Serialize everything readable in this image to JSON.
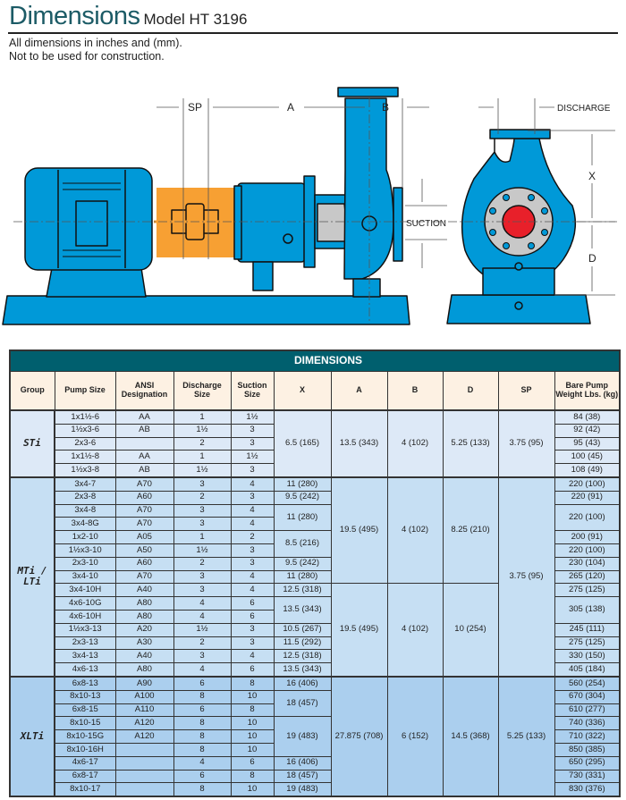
{
  "header": {
    "title": "Dimensions",
    "model": "Model HT 3196"
  },
  "notes": [
    "All dimensions in inches and (mm).",
    "Not to be used for construction."
  ],
  "diagram": {
    "labels": {
      "sp": "SP",
      "a": "A",
      "b": "B",
      "discharge": "DISCHARGE",
      "suction": "SUCTION",
      "x": "X",
      "d": "D"
    }
  },
  "colors": {
    "pump_blue": "#0099d8",
    "coupling_guard": "#f7a033",
    "impeller_eye": "#e8202a",
    "title_bar": "#005f6e",
    "header_bg": "#fdf1e3",
    "sti_bg": "#dde9f7",
    "mti_bg": "#c6dff3",
    "xlti_bg": "#abcfee"
  },
  "table": {
    "title": "DIMENSIONS",
    "columns": [
      "Group",
      "Pump Size",
      "ANSI Designation",
      "Discharge Size",
      "Suction Size",
      "X",
      "A",
      "B",
      "D",
      "SP",
      "Bare Pump Weight Lbs. (kg)"
    ],
    "groups": [
      {
        "v": "STi",
        "span": 5
      },
      {
        "v": "MTi / LTi",
        "span": 15
      },
      {
        "v": "XLTi",
        "span": 9
      }
    ],
    "rows": [
      [
        "1x1½-6",
        "AA",
        "1",
        "1½"
      ],
      [
        "1½x3-6",
        "AB",
        "1½",
        "3"
      ],
      [
        "2x3-6",
        "",
        "2",
        "3"
      ],
      [
        "1x1½-8",
        "AA",
        "1",
        "1½"
      ],
      [
        "1½x3-8",
        "AB",
        "1½",
        "3"
      ],
      [
        "3x4-7",
        "A70",
        "3",
        "4"
      ],
      [
        "2x3-8",
        "A60",
        "2",
        "3"
      ],
      [
        "3x4-8",
        "A70",
        "3",
        "4"
      ],
      [
        "3x4-8G",
        "A70",
        "3",
        "4"
      ],
      [
        "1x2-10",
        "A05",
        "1",
        "2"
      ],
      [
        "1½x3-10",
        "A50",
        "1½",
        "3"
      ],
      [
        "2x3-10",
        "A60",
        "2",
        "3"
      ],
      [
        "3x4-10",
        "A70",
        "3",
        "4"
      ],
      [
        "3x4-10H",
        "A40",
        "3",
        "4"
      ],
      [
        "4x6-10G",
        "A80",
        "4",
        "6"
      ],
      [
        "4x6-10H",
        "A80",
        "4",
        "6"
      ],
      [
        "1½x3-13",
        "A20",
        "1½",
        "3"
      ],
      [
        "2x3-13",
        "A30",
        "2",
        "3"
      ],
      [
        "3x4-13",
        "A40",
        "3",
        "4"
      ],
      [
        "4x6-13",
        "A80",
        "4",
        "6"
      ],
      [
        "6x8-13",
        "A90",
        "6",
        "8"
      ],
      [
        "8x10-13",
        "A100",
        "8",
        "10"
      ],
      [
        "6x8-15",
        "A110",
        "6",
        "8"
      ],
      [
        "8x10-15",
        "A120",
        "8",
        "10"
      ],
      [
        "8x10-15G",
        "A120",
        "8",
        "10"
      ],
      [
        "8x10-16H",
        "",
        "8",
        "10"
      ],
      [
        "4x6-17",
        "",
        "4",
        "6"
      ],
      [
        "6x8-17",
        "",
        "6",
        "8"
      ],
      [
        "8x10-17",
        "",
        "8",
        "10"
      ]
    ],
    "x": [
      {
        "v": "6.5  (165)",
        "span": 5
      },
      {
        "v": "11  (280)",
        "span": 1
      },
      {
        "v": "9.5  (242)",
        "span": 1
      },
      {
        "v": "11  (280)",
        "span": 2
      },
      {
        "v": "8.5  (216)",
        "span": 2
      },
      {
        "v": "9.5  (242)",
        "span": 1
      },
      {
        "v": "11  (280)",
        "span": 1
      },
      {
        "v": "12.5  (318)",
        "span": 1
      },
      {
        "v": "13.5  (343)",
        "span": 2
      },
      {
        "v": "10.5  (267)",
        "span": 1
      },
      {
        "v": "11.5  (292)",
        "span": 1
      },
      {
        "v": "12.5  (318)",
        "span": 1
      },
      {
        "v": "13.5  (343)",
        "span": 1
      },
      {
        "v": "16  (406)",
        "span": 1
      },
      {
        "v": "18  (457)",
        "span": 2
      },
      {
        "v": "19  (483)",
        "span": 3
      },
      {
        "v": "16  (406)",
        "span": 1
      },
      {
        "v": "18  (457)",
        "span": 1
      },
      {
        "v": "19  (483)",
        "span": 1
      }
    ],
    "a": [
      {
        "v": "13.5  (343)",
        "span": 5
      },
      {
        "v": "19.5  (495)",
        "span": 8
      },
      {
        "v": "19.5  (495)",
        "span": 7
      },
      {
        "v": "27.875  (708)",
        "span": 9
      }
    ],
    "b": [
      {
        "v": "4  (102)",
        "span": 5
      },
      {
        "v": "4  (102)",
        "span": 8
      },
      {
        "v": "4  (102)",
        "span": 7
      },
      {
        "v": "6  (152)",
        "span": 9
      }
    ],
    "d": [
      {
        "v": "5.25  (133)",
        "span": 5
      },
      {
        "v": "8.25  (210)",
        "span": 8
      },
      {
        "v": "10  (254)",
        "span": 7
      },
      {
        "v": "14.5  (368)",
        "span": 9
      }
    ],
    "sp": [
      {
        "v": "3.75  (95)",
        "span": 5
      },
      {
        "v": "3.75  (95)",
        "span": 15
      },
      {
        "v": "5.25  (133)",
        "span": 9
      }
    ],
    "weight": [
      {
        "v": "84  (38)",
        "span": 1
      },
      {
        "v": "92  (42)",
        "span": 1
      },
      {
        "v": "95  (43)",
        "span": 1
      },
      {
        "v": "100  (45)",
        "span": 1
      },
      {
        "v": "108  (49)",
        "span": 1
      },
      {
        "v": "220  (100)",
        "span": 1
      },
      {
        "v": "220  (91)",
        "span": 1
      },
      {
        "v": "220  (100)",
        "span": 2
      },
      {
        "v": "200  (91)",
        "span": 1
      },
      {
        "v": "220  (100)",
        "span": 1
      },
      {
        "v": "230  (104)",
        "span": 1
      },
      {
        "v": "265  (120)",
        "span": 1
      },
      {
        "v": "275  (125)",
        "span": 1
      },
      {
        "v": "305  (138)",
        "span": 2
      },
      {
        "v": "245  (111)",
        "span": 1
      },
      {
        "v": "275  (125)",
        "span": 1
      },
      {
        "v": "330  (150)",
        "span": 1
      },
      {
        "v": "405  (184)",
        "span": 1
      },
      {
        "v": "560  (254)",
        "span": 1
      },
      {
        "v": "670  (304)",
        "span": 1
      },
      {
        "v": "610  (277)",
        "span": 1
      },
      {
        "v": "740  (336)",
        "span": 1
      },
      {
        "v": "710  (322)",
        "span": 1
      },
      {
        "v": "850  (385)",
        "span": 1
      },
      {
        "v": "650  (295)",
        "span": 1
      },
      {
        "v": "730  (331)",
        "span": 1
      },
      {
        "v": "830  (376)",
        "span": 1
      }
    ]
  }
}
